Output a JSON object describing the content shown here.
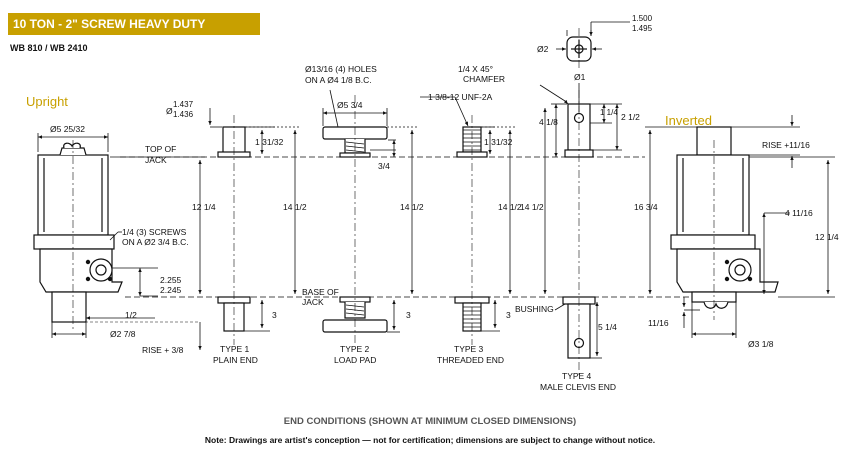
{
  "header": {
    "title": "10 TON - 2\" SCREW HEAVY DUTY",
    "model": "WB 810 / WB 2410",
    "banner_color": "#c8a000"
  },
  "upright": {
    "label": "Upright",
    "dia_top": "Ø5 25/32",
    "screws_line1": "1/4 (3) SCREWS",
    "screws_line2": "ON A Ø2 3/4 B.C.",
    "dim_a_1": "2.255",
    "dim_a_2": "2.245",
    "half": "1/2",
    "dia_bottom": "Ø2 7/8",
    "rise": "RISE + 3/8",
    "height": "12 1/4"
  },
  "reference": {
    "top_line1": "TOP OF",
    "top_line2": "JACK",
    "base_line1": "BASE OF",
    "base_line2": "JACK"
  },
  "type1": {
    "dia_1": "1.437",
    "dia_2": "1.436",
    "dia_symbol": "Ø",
    "height_above": "1 31/32",
    "length": "14 1/2",
    "below": "3",
    "name1": "TYPE 1",
    "name2": "PLAIN END"
  },
  "type2": {
    "holes1": "Ø13/16 (4) HOLES",
    "holes2": "ON A Ø4 1/8 B.C.",
    "pad_dia": "Ø5 3/4",
    "pad_thk": "3/4",
    "length": "14 1/2",
    "below": "3",
    "name1": "TYPE 2",
    "name2": "LOAD PAD"
  },
  "type3": {
    "thread": "1 3/8-12 UNF-2A",
    "height_above": "1 31/32",
    "length": "14 1/2",
    "below": "3",
    "name1": "TYPE 3",
    "name2": "THREADED END"
  },
  "type4": {
    "tol_1": "1.500",
    "tol_2": "1.495",
    "d2": "Ø2",
    "chamfer1": "1/4 X 45°",
    "chamfer2": "CHAMFER",
    "d1": "Ø1",
    "a": "1 1/4",
    "b": "2 1/2",
    "c": "4 1/8",
    "length": "14 1/2",
    "below": "5 1/4",
    "bushing": "BUSHING",
    "name1": "TYPE 4",
    "name2": "MALE CLEVIS END"
  },
  "inverted": {
    "label": "Inverted",
    "rise": "RISE +11/16",
    "overall": "16 3/4",
    "side": "4 11/16",
    "height": "12 1/4",
    "bottom_off": "11/16",
    "dia_bottom": "Ø3 1/8"
  },
  "footer": {
    "caption": "END CONDITIONS (SHOWN AT MINIMUM CLOSED DIMENSIONS)",
    "note": "Note: Drawings are artist's conception — not for certification; dimensions are subject to change without notice."
  }
}
